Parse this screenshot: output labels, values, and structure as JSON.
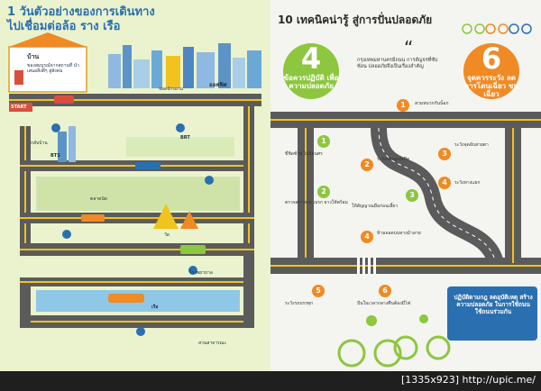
{
  "left": {
    "title_line1": "1 วันตัวอย่างของการเดินทาง",
    "title_line2": "ไปเชื่อมต่อล้อ ราง เรือ",
    "labels": {
      "home": "บ้าน",
      "home_note": "ของสมบูรณ์จากสถานที่ นำเสนอสิ่งดีๆ สู่สังคม",
      "bike_stop": "จอดจักรยาน",
      "office": "ออฟฟิศ",
      "start": "START",
      "after_work": "กลับบ้าน",
      "bts": "BTS",
      "brt": "BRT",
      "market": "ตลาดนัด",
      "temple": "วัด",
      "boat": "เรือ",
      "hospital": "โรงพยาบาล",
      "park": "สวนสาธารณะ"
    }
  },
  "right": {
    "title": "10 เทคนิคน่ารู้ สู่การปั่นปลอดภัย",
    "dos_count": "4",
    "dos_caption": "ข้อควรปฏิบัติ เพื่อความปลอดภัย",
    "donts_count": "6",
    "donts_caption": "จุดควรระวัง ลดการโดนเฉี่ยว ชน เฉี่ยว",
    "quote": "กรุงเทพมหานครมีถนน การสัญจรที่ซับซ้อน ปลอดภัยจึงเป็นเรื่องสำคัญ",
    "footer_note": "ปฏิบัติตามกฎ ลดอุบัติเหตุ สร้างความปลอดภัย ในการใช้ถนน ใช้ถนนร่วมกัน",
    "tips": [
      "ขี่ชิดซ้าย ไม่ย้อนศร",
      "ตรวจสภาพรถ เบรก ยางให้พร้อม",
      "ให้สัญญาณมือก่อนเลี้ยว",
      "สวมหมวกกันน็อก",
      "ระวังประตูรถเปิด",
      "ระวังจุดอับสายตา",
      "ระวังทางแยก",
      "ห้ามจอดบนทางม้าลาย",
      "ระวังรถบรรทุก",
      "ปั่นในเวลากลางคืนต้องมีไฟ"
    ]
  },
  "footer": {
    "caption": "[1335x923] http://upic.me/"
  },
  "colors": {
    "road": "#5b5b5b",
    "lane": "#f2c21f",
    "green": "#8dc63f",
    "orange": "#f08a24",
    "blue": "#2a6fb0"
  }
}
